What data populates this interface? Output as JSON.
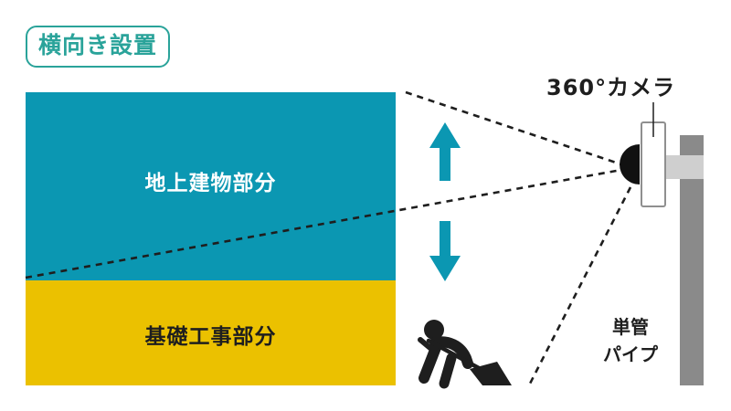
{
  "title": "横向き設置",
  "building": {
    "upper_label": "地上建物部分",
    "lower_label": "基礎工事部分"
  },
  "camera": {
    "label": "360°カメラ"
  },
  "pipe": {
    "label_line1": "単管",
    "label_line2": "パイプ"
  },
  "icons": {
    "arrow_up": "arrow-up",
    "arrow_down": "arrow-down",
    "worker": "digging-worker"
  },
  "colors": {
    "title": "#2aa39a",
    "upper_block": "#0b97b2",
    "lower_block": "#ebc100",
    "arrow": "#0b97b2",
    "pipe": "#8a8a8a"
  }
}
